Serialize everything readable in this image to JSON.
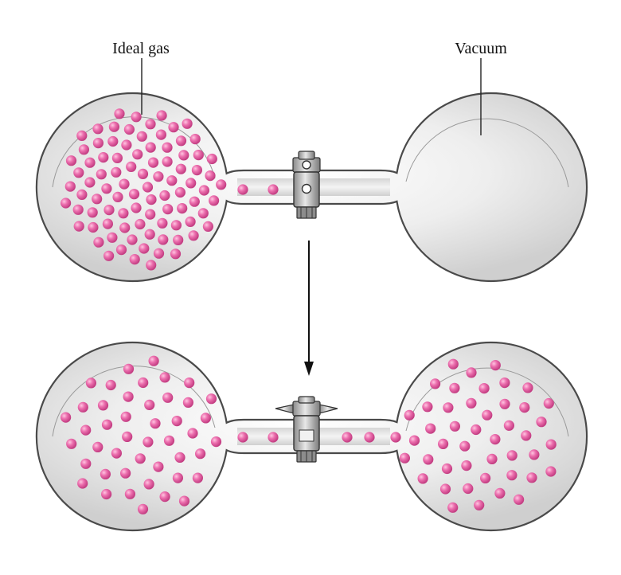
{
  "labels": {
    "left_top": "Ideal gas",
    "right_top": "Vacuum"
  },
  "colors": {
    "glass_fill": "#e4e4e4",
    "glass_stroke": "#4a4a4a",
    "molecule": "#e05a9c",
    "valve_metal": "#bcbcbc",
    "arrow": "#111111"
  },
  "states": [
    {
      "id": "before",
      "valve": "closed",
      "left_molecules": 90,
      "right_molecules": 0,
      "tube_molecules": 2
    },
    {
      "id": "after",
      "valve": "open",
      "left_molecules": 45,
      "right_molecules": 45,
      "tube_molecules": 5
    }
  ]
}
